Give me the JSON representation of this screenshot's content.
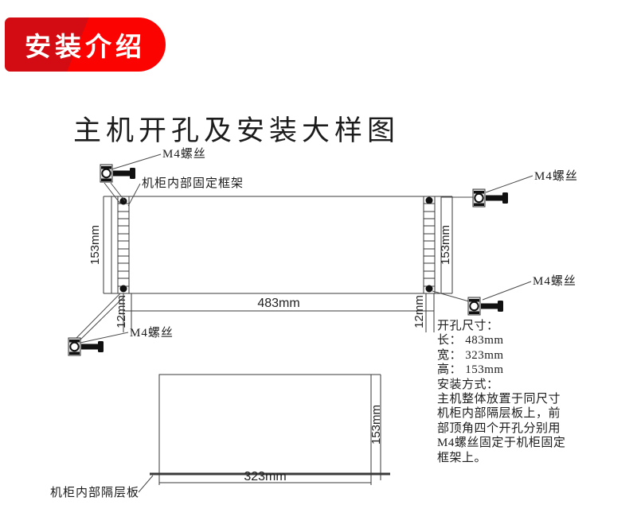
{
  "banner": {
    "label": "安装介绍",
    "color_dark": "#d20c12",
    "color_bright": "#fb0300",
    "text_color": "#ffffff"
  },
  "title": "主机开孔及安装大样图",
  "diagram": {
    "labels": {
      "m4_screw": "M4螺丝",
      "inner_frame": "机柜内部固定框架",
      "inner_shelf": "机柜内部隔层板"
    },
    "dims": {
      "top_width": "483mm",
      "side_height": "153mm",
      "edge_offset": "12mm",
      "bottom_width": "323mm",
      "bottom_height": "153mm"
    }
  },
  "info": {
    "lines": [
      "开孔尺寸：",
      "长： 483mm",
      "宽： 323mm",
      "高： 153mm",
      "安装方式：",
      "主机整体放置于同尺寸",
      "机柜内部隔层板上，前",
      "部顶角四个开孔分别用",
      "M4螺丝固定于机柜固定",
      "框架上。"
    ]
  }
}
